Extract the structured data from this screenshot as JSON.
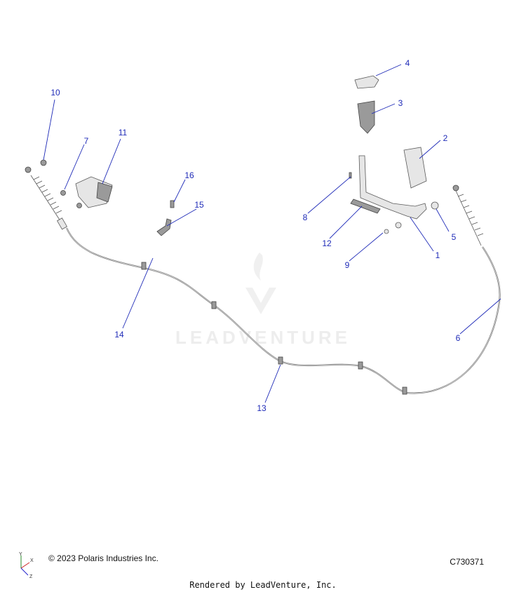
{
  "watermark": {
    "text": "LEADVENTURE"
  },
  "callouts": [
    {
      "id": "1",
      "label": "1"
    },
    {
      "id": "2",
      "label": "2"
    },
    {
      "id": "3",
      "label": "3"
    },
    {
      "id": "4",
      "label": "4"
    },
    {
      "id": "5",
      "label": "5"
    },
    {
      "id": "6",
      "label": "6"
    },
    {
      "id": "7",
      "label": "7"
    },
    {
      "id": "8",
      "label": "8"
    },
    {
      "id": "9",
      "label": "9"
    },
    {
      "id": "10",
      "label": "10"
    },
    {
      "id": "11",
      "label": "11"
    },
    {
      "id": "12",
      "label": "12"
    },
    {
      "id": "13",
      "label": "13"
    },
    {
      "id": "14",
      "label": "14"
    },
    {
      "id": "15",
      "label": "15"
    },
    {
      "id": "16",
      "label": "16"
    }
  ],
  "axes": {
    "x": "X",
    "y": "Y",
    "z": "Z"
  },
  "footer": {
    "copyright": "© 2023 Polaris Industries Inc.",
    "diagram_code": "C730371",
    "rendered_by": "Rendered by LeadVenture, Inc."
  },
  "colors": {
    "callout": "#1f2bb8",
    "watermark": "#ededed"
  }
}
